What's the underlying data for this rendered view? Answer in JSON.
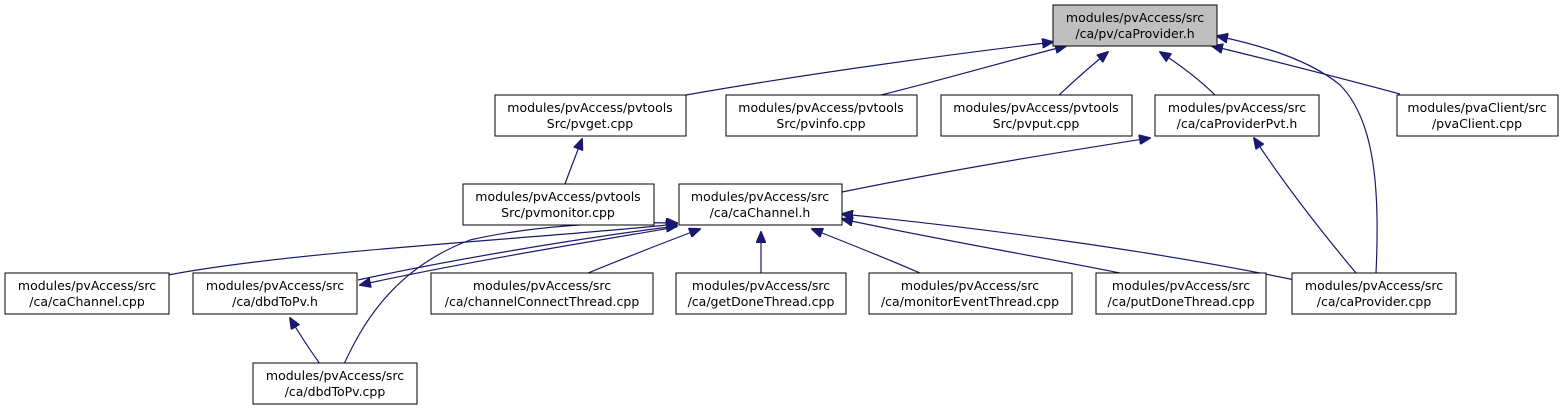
{
  "nodes": {
    "caProvider_h": [
      "modules/pvAccess/src",
      "/ca/pv/caProvider.h"
    ],
    "pvget": [
      "modules/pvAccess/pvtools",
      "Src/pvget.cpp"
    ],
    "pvinfo": [
      "modules/pvAccess/pvtools",
      "Src/pvinfo.cpp"
    ],
    "pvput": [
      "modules/pvAccess/pvtools",
      "Src/pvput.cpp"
    ],
    "caProviderPvt": [
      "modules/pvAccess/src",
      "/ca/caProviderPvt.h"
    ],
    "pvaClient": [
      "modules/pvaClient/src",
      "/pvaClient.cpp"
    ],
    "pvmonitor": [
      "modules/pvAccess/pvtools",
      "Src/pvmonitor.cpp"
    ],
    "caChannel_h": [
      "modules/pvAccess/src",
      "/ca/caChannel.h"
    ],
    "caChannel_cpp": [
      "modules/pvAccess/src",
      "/ca/caChannel.cpp"
    ],
    "dbdToPv_h": [
      "modules/pvAccess/src",
      "/ca/dbdToPv.h"
    ],
    "channelConnectThread": [
      "modules/pvAccess/src",
      "/ca/channelConnectThread.cpp"
    ],
    "getDoneThread": [
      "modules/pvAccess/src",
      "/ca/getDoneThread.cpp"
    ],
    "monitorEventThread": [
      "modules/pvAccess/src",
      "/ca/monitorEventThread.cpp"
    ],
    "putDoneThread": [
      "modules/pvAccess/src",
      "/ca/putDoneThread.cpp"
    ],
    "caProvider_cpp": [
      "modules/pvAccess/src",
      "/ca/caProvider.cpp"
    ],
    "dbdToPv_cpp": [
      "modules/pvAccess/src",
      "/ca/dbdToPv.cpp"
    ]
  },
  "colors": {
    "edge": "#191970",
    "highlight_fill": "#bfbfbf",
    "box_stroke": "#000000"
  }
}
